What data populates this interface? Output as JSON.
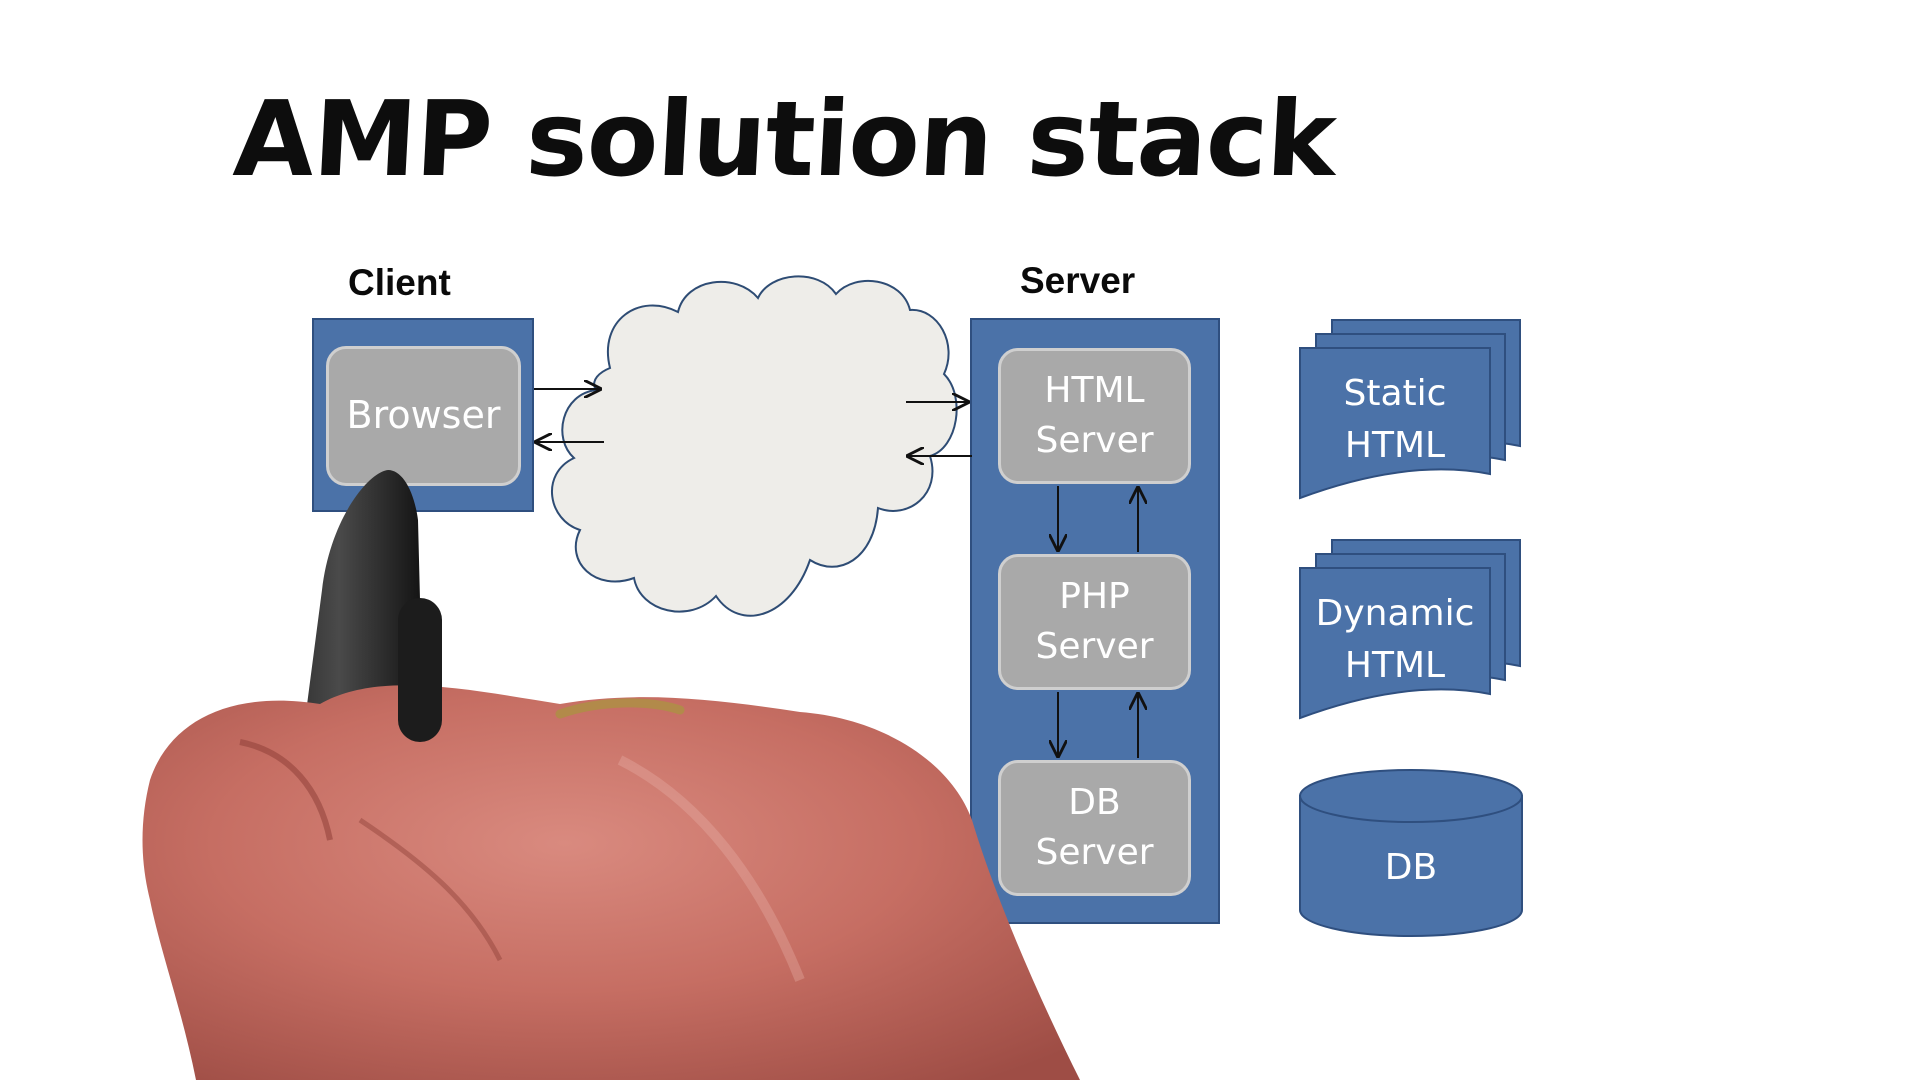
{
  "title": "AMP solution stack",
  "labels": {
    "client": "Client",
    "server": "Server"
  },
  "client": {
    "browser": "Browser"
  },
  "server": {
    "html_server": [
      "HTML",
      "Server"
    ],
    "php_server": [
      "PHP",
      "Server"
    ],
    "db_server": [
      "DB",
      "Server"
    ]
  },
  "resources": {
    "static_html": [
      "Static",
      "HTML"
    ],
    "dynamic_html": [
      "Dynamic",
      "HTML"
    ],
    "db": "DB"
  },
  "colors": {
    "frame_blue": "#4b72a8",
    "box_gray": "#a9a9a9",
    "cloud_fill": "#eeede9",
    "cloud_stroke": "#2e4c74"
  }
}
